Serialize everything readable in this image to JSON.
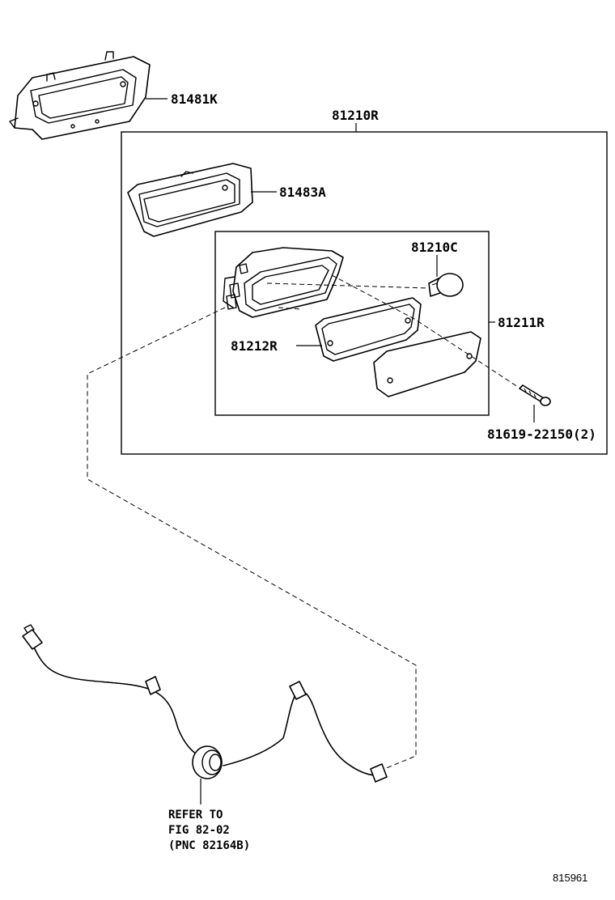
{
  "labels": {
    "bracket_81481k": "81481K",
    "assembly_81210r": "81210R",
    "gasket_81483a": "81483A",
    "bulb_81210c": "81210C",
    "unit_81211r": "81211R",
    "lens_gasket_81212r": "81212R",
    "screw_81619": "81619-22150(2)",
    "refer_line1": "REFER TO",
    "refer_line2": "FIG 82-02",
    "refer_line3": "(PNC 82164B)",
    "diagram_code": "815961"
  }
}
